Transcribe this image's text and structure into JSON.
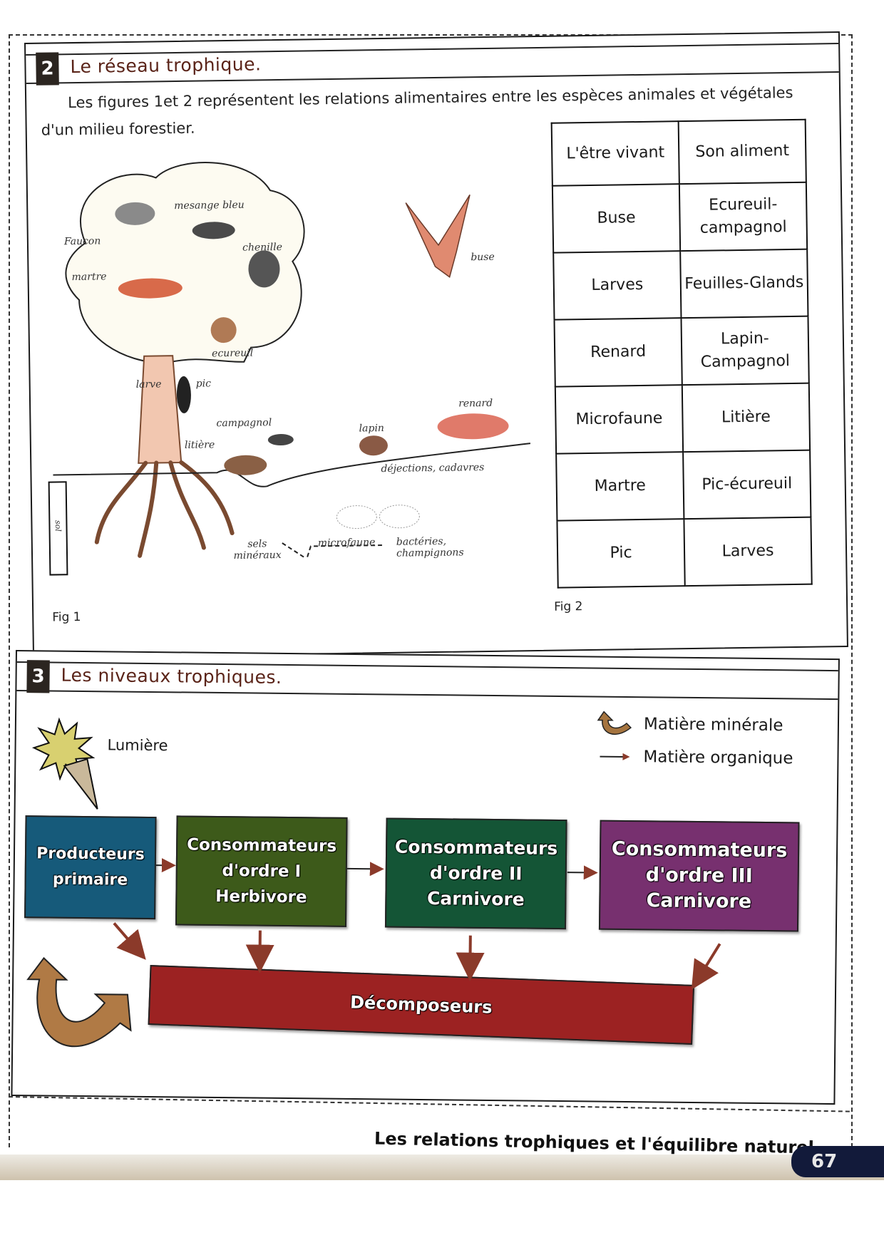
{
  "section2": {
    "number": "2",
    "title": "Le réseau trophique.",
    "intro": "Les figures 1et 2 représentent les relations alimentaires entre les espèces animales et végétales d'un milieu forestier.",
    "figure1": {
      "caption": "Fig 1",
      "labels": {
        "faucon": "Faucon",
        "mesange": "mesange bleu",
        "chenille": "chenille",
        "martre": "martre",
        "ecureuil": "ecureuil",
        "larve": "larve",
        "pic": "pic",
        "buse": "buse",
        "campagnol": "campagnol",
        "litiere": "litière",
        "lapin": "lapin",
        "renard": "renard",
        "dejections": "déjections, cadavres",
        "sol": "sol",
        "sels": "sels minéraux",
        "microfaune": "microfaune",
        "bacteries": "bactéries, champignons"
      }
    },
    "figure2": {
      "caption": "Fig 2",
      "headers": [
        "L'être vivant",
        "Son aliment"
      ],
      "rows": [
        [
          "Buse",
          "Ecureuil-campagnol"
        ],
        [
          "Larves",
          "Feuilles-Glands"
        ],
        [
          "Renard",
          "Lapin-Campagnol"
        ],
        [
          "Microfaune",
          "Litière"
        ],
        [
          "Martre",
          "Pic-écureuil"
        ],
        [
          "Pic",
          "Larves"
        ]
      ]
    }
  },
  "section3": {
    "number": "3",
    "title": "Les niveaux trophiques.",
    "light_label": "Lumière",
    "legend": {
      "mineral": "Matière minérale",
      "organic": "Matière organique"
    },
    "boxes": {
      "producers": [
        "Producteurs",
        "primaire"
      ],
      "consumer1": [
        "Consommateurs",
        "d'ordre I",
        "Herbivore"
      ],
      "consumer2": [
        "Consommateurs",
        "d'ordre II",
        "Carnivore"
      ],
      "consumer3": [
        "Consommateurs",
        "d'ordre III",
        "Carnivore"
      ],
      "decomposers": "Décomposeurs"
    },
    "colors": {
      "producers": "#165a7a",
      "consumer1": "#3d5a1a",
      "consumer2": "#145536",
      "consumer3": "#77306f",
      "decomposers": "#9c2222",
      "mineral_arrow": "#a5743f",
      "organic_arrow": "#8b3a2a"
    }
  },
  "footer": {
    "chapter_title": "Les relations trophiques et l'équilibre naturel",
    "page_number": "67"
  }
}
